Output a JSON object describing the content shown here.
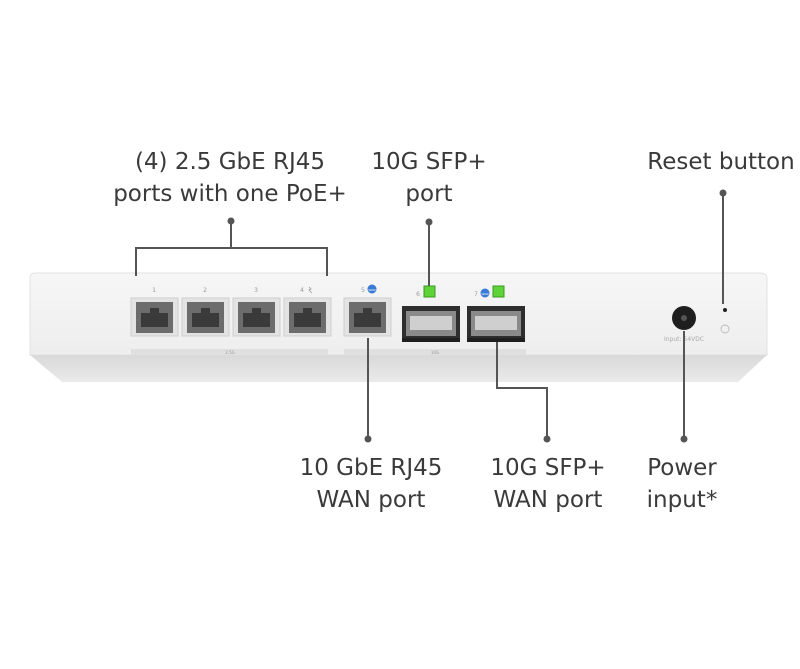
{
  "callouts": {
    "rj45_ports": {
      "line1": "(4) 2.5 GbE RJ45",
      "line2": "ports with one PoE+"
    },
    "sfp_port": {
      "line1": "10G SFP+",
      "line2": "port"
    },
    "reset": {
      "line1": "Reset button"
    },
    "wan_rj45": {
      "line1": "10 GbE RJ45",
      "line2": "WAN port"
    },
    "wan_sfp": {
      "line1": "10G SFP+",
      "line2": "WAN port"
    },
    "power": {
      "line1": "Power",
      "line2": "input*"
    }
  },
  "device": {
    "port_numbers": [
      "1",
      "2",
      "3",
      "4",
      "5",
      "6",
      "7"
    ],
    "group_label_25g": "2.5G",
    "group_label_10g": "10G",
    "power_label": "Input: 54VDC",
    "wan_badge": "WAN"
  },
  "colors": {
    "led_green": "#5fd33a",
    "wan_blue": "#3a7bd5",
    "device_body": "#f4f4f4",
    "leader_line": "#555555"
  }
}
